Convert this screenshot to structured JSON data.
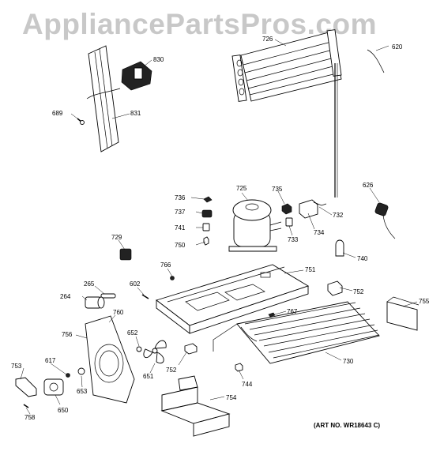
{
  "watermark": "AppliancePartsPros.com",
  "art_number": "(ART NO. WR18643 C)",
  "callouts": [
    "726",
    "620",
    "830",
    "689",
    "831",
    "626",
    "725",
    "735",
    "736",
    "737",
    "732",
    "741",
    "734",
    "733",
    "750",
    "729",
    "740",
    "766",
    "751",
    "265",
    "602",
    "752",
    "264",
    "767",
    "755",
    "760",
    "756",
    "652",
    "617",
    "753",
    "651",
    "653",
    "650",
    "758",
    "752",
    "744",
    "730",
    "754"
  ]
}
